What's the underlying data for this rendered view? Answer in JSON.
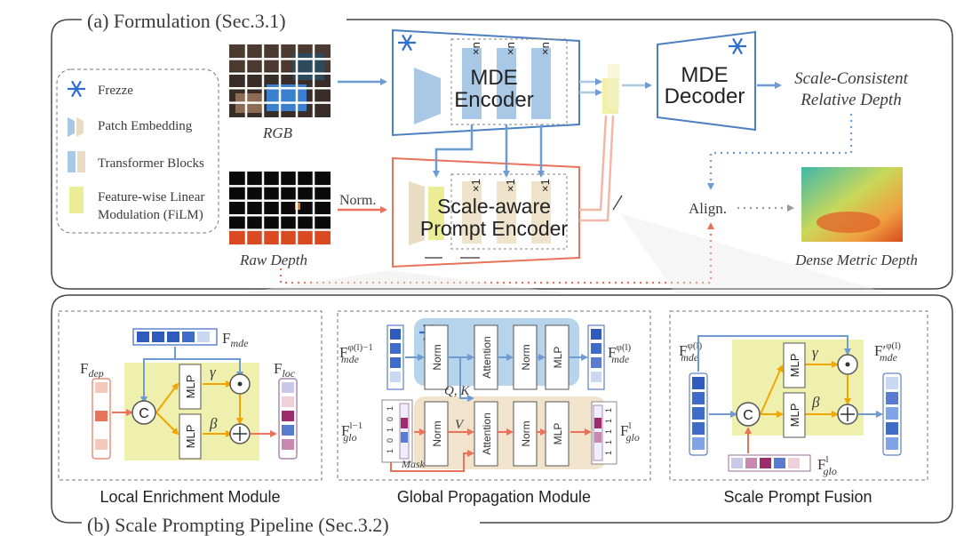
{
  "section_a": {
    "title": "(a) Formulation (Sec.3.1)"
  },
  "section_b": {
    "title": "(b) Scale Prompting Pipeline (Sec.3.2)"
  },
  "legend": {
    "frozen": "Frezze",
    "patch_embedding": "Patch Embedding",
    "transformer_blocks": "Transformer Blocks",
    "film_line1": "Feature-wise Linear",
    "film_line2": "Modulation (FiLM)"
  },
  "inputs": {
    "rgb": "RGB",
    "raw_depth": "Raw Depth",
    "norm": "Norm."
  },
  "encoder": {
    "line1": "MDE",
    "line2": "Encoder",
    "repeat": "×n"
  },
  "prompt_encoder": {
    "line1": "Scale-aware",
    "line2": "Prompt Encoder",
    "repeat": "×1"
  },
  "decoder": {
    "line1": "MDE",
    "line2": "Decoder"
  },
  "outputs": {
    "scale_consistent": "Scale-Consistent",
    "relative_depth": "Relative Depth",
    "align": "Align.",
    "dense_metric": "Dense Metric Depth"
  },
  "local_module": {
    "title": "Local Enrichment Module",
    "f_dep": "F",
    "f_dep_sub": "dep",
    "f_mde": "F",
    "f_mde_sub": "mde",
    "f_loc": "F",
    "f_loc_sub": "loc",
    "concat": "C",
    "mlp": "MLP",
    "gamma": "γ",
    "beta": "β"
  },
  "global_module": {
    "title": "Global Propagation Module",
    "norm": "Norm",
    "attention": "Attention",
    "mlp": "MLP",
    "qk": "Q, K",
    "v": "V",
    "mask": "Mask",
    "f_mde_in": "F",
    "f_mde_in_sup": "φ(l)−1",
    "f_mde_in_sub": "mde",
    "f_mde_out": "F",
    "f_mde_out_sup": "φ(l)",
    "f_mde_out_sub": "mde",
    "f_glo_in": "F",
    "f_glo_in_sup": "l−1",
    "f_glo_in_sub": "glo",
    "f_glo_out": "F",
    "f_glo_out_sup": "l",
    "f_glo_out_sub": "glo",
    "mask_bits": [
      "1",
      "0",
      "1",
      "0",
      "1"
    ],
    "out_bits": [
      "1",
      "1",
      "1",
      "1",
      "1"
    ]
  },
  "fusion_module": {
    "title": "Scale Prompt Fusion",
    "f_in": "F",
    "f_in_sup": "φ(l)",
    "f_in_sub": "mde",
    "f_out": "F′",
    "f_out_sup": "φ(l)",
    "f_out_sub": "mde",
    "f_glo": "F",
    "f_glo_sup": "l",
    "f_glo_sub": "glo",
    "concat": "C",
    "mlp": "MLP",
    "gamma": "γ",
    "beta": "β"
  },
  "colors": {
    "blue": "#4a7fc1",
    "orange": "#e8735a",
    "yellow": "#f0a500",
    "red_text": "#d9362b",
    "blue_text": "#4a7fc1"
  }
}
